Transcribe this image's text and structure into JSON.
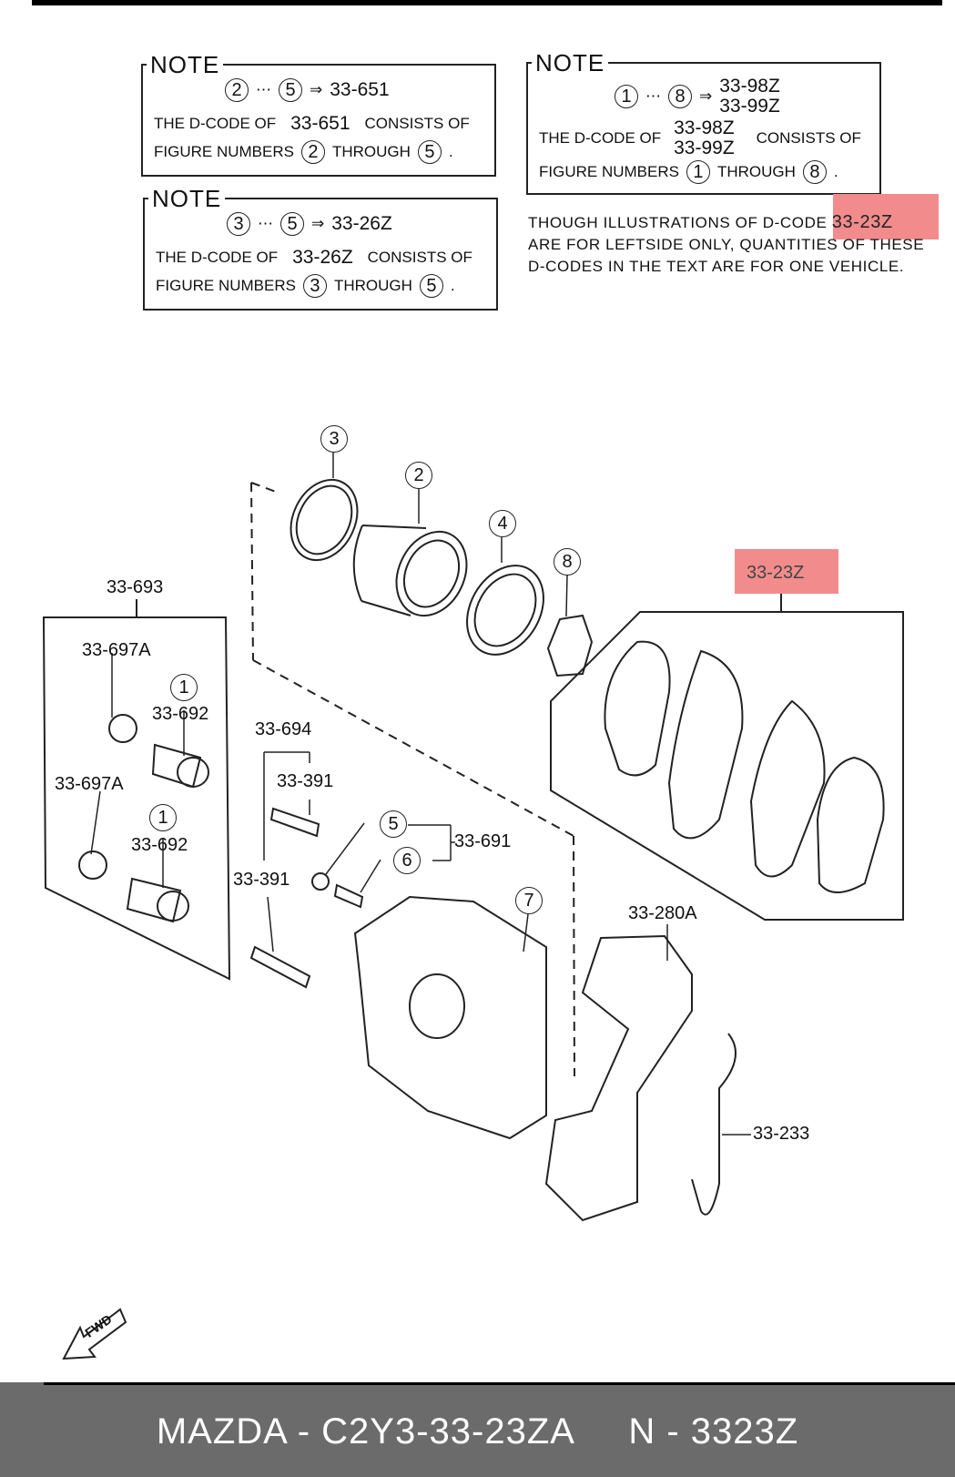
{
  "notes": [
    {
      "title": "NOTE",
      "range_from": "2",
      "range_to": "5",
      "code": "33-651",
      "line1_a": "THE D-CODE OF",
      "line1_code": "33-651",
      "line1_b": "CONSISTS OF",
      "line2_a": "FIGURE NUMBERS",
      "line2_from": "2",
      "line2_mid": "THROUGH",
      "line2_to": "5",
      "line2_end": "."
    },
    {
      "title": "NOTE",
      "range_from": "1",
      "range_to": "8",
      "code_a": "33-98Z",
      "code_b": "33-99Z",
      "line1_a": "THE D-CODE OF",
      "line1_code_a": "33-98Z",
      "line1_code_b": "33-99Z",
      "line1_b": "CONSISTS OF",
      "line2_a": "FIGURE NUMBERS",
      "line2_from": "1",
      "line2_mid": "THROUGH",
      "line2_to": "8",
      "line2_end": "."
    },
    {
      "title": "NOTE",
      "range_from": "3",
      "range_to": "5",
      "code": "33-26Z",
      "line1_a": "THE D-CODE OF",
      "line1_code": "33-26Z",
      "line1_b": "CONSISTS OF",
      "line2_a": "FIGURE NUMBERS",
      "line2_from": "3",
      "line2_mid": "THROUGH",
      "line2_to": "5",
      "line2_end": "."
    }
  ],
  "statement": {
    "part1": "THOUGH ILLUSTRATIONS OF D-CODE",
    "code": "33-23Z",
    "part2": "ARE FOR LEFTSIDE ONLY, QUANTITIES OF THESE",
    "part3": "D-CODES IN THE TEXT ARE FOR ONE VEHICLE."
  },
  "labels": {
    "pads": "33-23Z",
    "kit_693": "33-693",
    "bush_697a_top": "33-697A",
    "pin_692_top": "33-692",
    "bush_697a_bot": "33-697A",
    "pin_692_bot": "33-692",
    "pin_694": "33-694",
    "bolt_391_right": "33-391",
    "bolt_391_left": "33-391",
    "bleeder_691": "33-691",
    "bracket_280a": "33-280A",
    "spring_233": "33-233",
    "fig1_top": "1",
    "fig1_bot": "1",
    "fig2": "2",
    "fig3": "3",
    "fig4": "4",
    "fig5": "5",
    "fig6": "6",
    "fig7": "7",
    "fig8": "8",
    "fwd": "FWD"
  },
  "highlight_color": "#f28c8c",
  "footer": {
    "left": "MAZDA - C2Y3-33-23ZA",
    "right": "N - 3323Z"
  }
}
